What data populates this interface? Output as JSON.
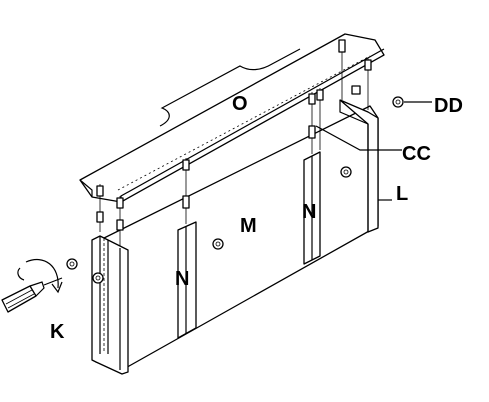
{
  "labels": {
    "top_panel": "O",
    "back_panel": "M",
    "left_divider": "N",
    "right_divider": "N",
    "end_panel": "L",
    "dowel": "CC",
    "cam_bolt": "DD",
    "screwdriver": "K"
  },
  "colors": {
    "ink": "#000000",
    "paper": "#ffffff"
  },
  "icons": [
    "screwdriver-icon",
    "rotation-arrow-icon"
  ]
}
